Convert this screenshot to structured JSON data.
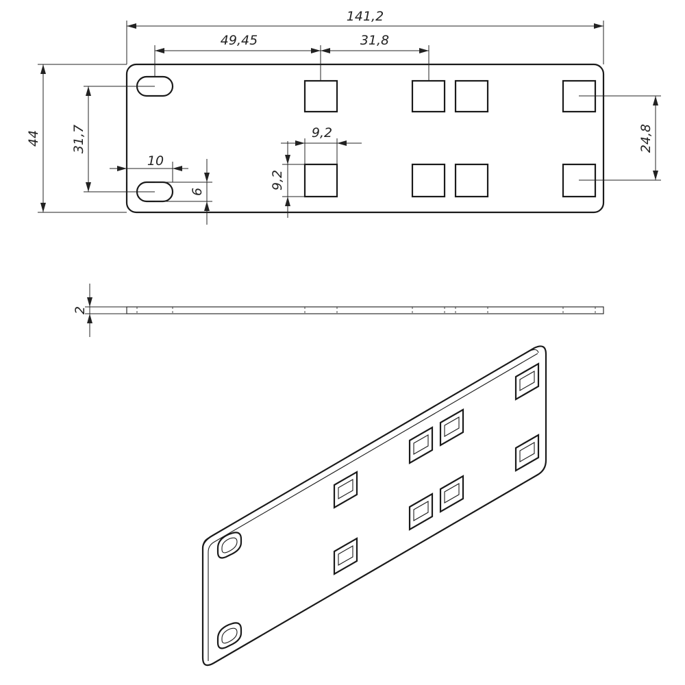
{
  "dimensions": {
    "overall_length": "141,2",
    "hole_to_first_slot": "49,45",
    "slot_spacing": "31,8",
    "height": "44",
    "hole_spacing": "31,7",
    "slot_width": "9,2",
    "slot_height": "9,2",
    "hole_length": "10",
    "hole_width": "6",
    "slot_row_spacing": "24,8",
    "thickness": "2"
  }
}
